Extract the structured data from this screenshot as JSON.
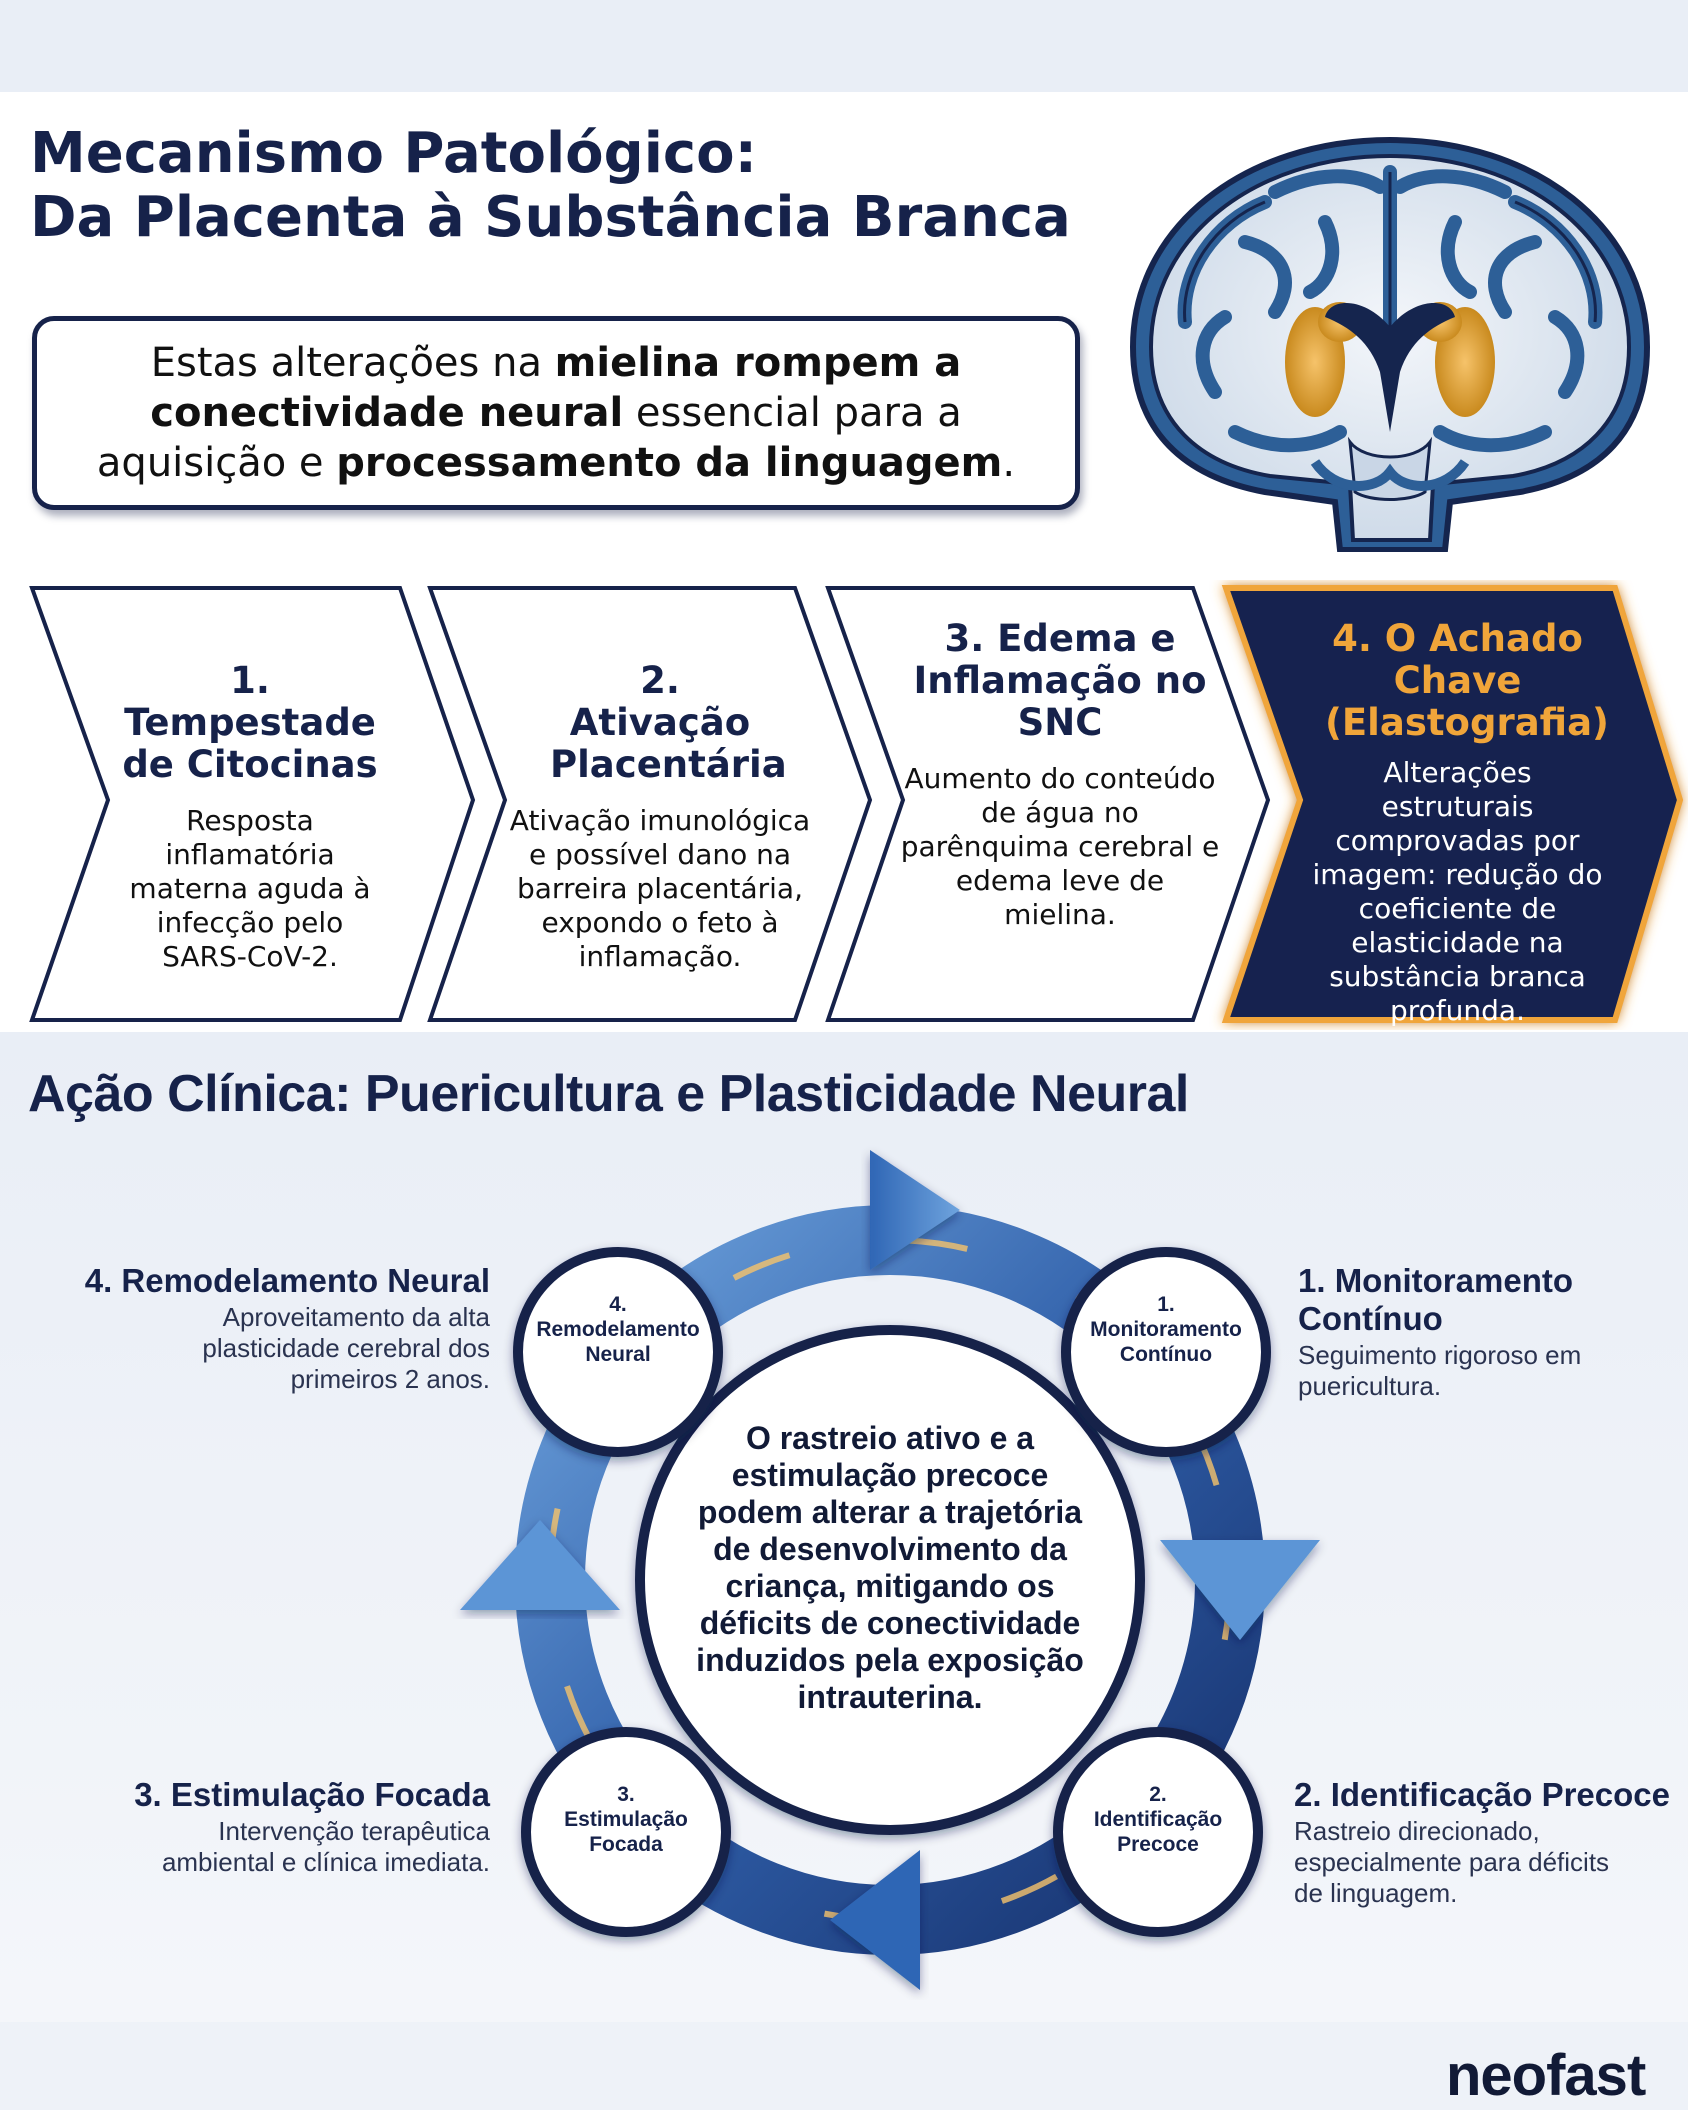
{
  "header": {
    "title_line1": "Mecanismo Patológico:",
    "title_line2": "Da Placenta à Substância Branca"
  },
  "callout": {
    "t1": "Estas alterações na ",
    "b1": "mielina rompem a conectividade neural",
    "t2": " essencial para a aquisição e ",
    "b2": "processamento da linguagem",
    "t3": "."
  },
  "steps": [
    {
      "title": "1. Tempestade de Citocinas",
      "desc": "Resposta inflamatória materna aguda à infecção pelo SARS-CoV-2."
    },
    {
      "title": "2. Ativação Placentária",
      "desc": "Ativação imunológica e possível dano na barreira placentária, expondo o feto à inflamação."
    },
    {
      "title": "3. Edema e Inflamação no SNC",
      "desc": "Aumento do conteúdo de água no parênquima cerebral e edema leve de mielina."
    },
    {
      "title": "4. O Achado Chave (Elastografia)",
      "desc": "Alterações estruturais comprovadas por imagem: redução do coeficiente de elasticidade na substância branca profunda."
    }
  ],
  "section2": {
    "title": "Ação Clínica: Puericultura e Plasticidade Neural",
    "center": "O rastreio ativo e a estimulação precoce podem alterar a trajetória de desenvolvimento da criança, mitigando os déficits de conectividade induzidos pela exposição intrauterina.",
    "nodes": [
      {
        "num": "1.",
        "label": "Monitoramento Contínuo",
        "side_title": "1. Monitoramento Contínuo",
        "side_desc": "Seguimento rigoroso em puericultura."
      },
      {
        "num": "2.",
        "label": "Identificação Precoce",
        "side_title": "2. Identificação Precoce",
        "side_desc": "Rastreio direcionado, especialmente para déficits de linguagem."
      },
      {
        "num": "3.",
        "label": "Estimulação Focada",
        "side_title": "3. Estimulação Focada",
        "side_desc": "Intervenção terapêutica ambiental e clínica imediata."
      },
      {
        "num": "4.",
        "label": "Remodelamento Neural",
        "side_title": "4. Remodelamento Neural",
        "side_desc": "Aproveitamento da alta plasticidade cerebral dos primeiros 2 anos."
      }
    ]
  },
  "brand": {
    "logo": "neofast"
  },
  "colors": {
    "navy": "#16224a",
    "gold": "#f0a53a",
    "blue": "#2f66b5",
    "light_blue": "#5b95d6"
  },
  "icons": {
    "brain": "brain-mri-icon",
    "cycle": "circular-arrows-icon"
  }
}
